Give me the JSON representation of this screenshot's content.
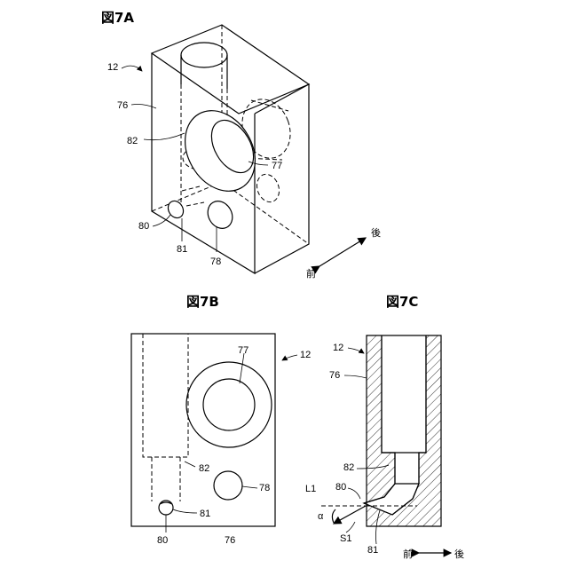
{
  "titles": {
    "fig_a": "図7A",
    "fig_b": "図7B",
    "fig_c": "図7C"
  },
  "fig_a_labels": {
    "block": "12",
    "face": "76",
    "bore_82": "82",
    "bore_77": "77",
    "bore_80": "80",
    "bore_81": "81",
    "bore_78": "78",
    "dir_rear": "後",
    "dir_front": "前"
  },
  "fig_b_labels": {
    "block": "12",
    "bore_77": "77",
    "bore_82": "82",
    "bore_78": "78",
    "bore_81": "81",
    "bore_80": "80",
    "face": "76"
  },
  "fig_c_labels": {
    "block": "12",
    "face": "76",
    "bore_82": "82",
    "bore_80": "80",
    "line_l1": "L1",
    "angle": "α",
    "line_s1": "S1",
    "bore_81": "81",
    "dir_front": "前",
    "dir_rear": "後"
  }
}
